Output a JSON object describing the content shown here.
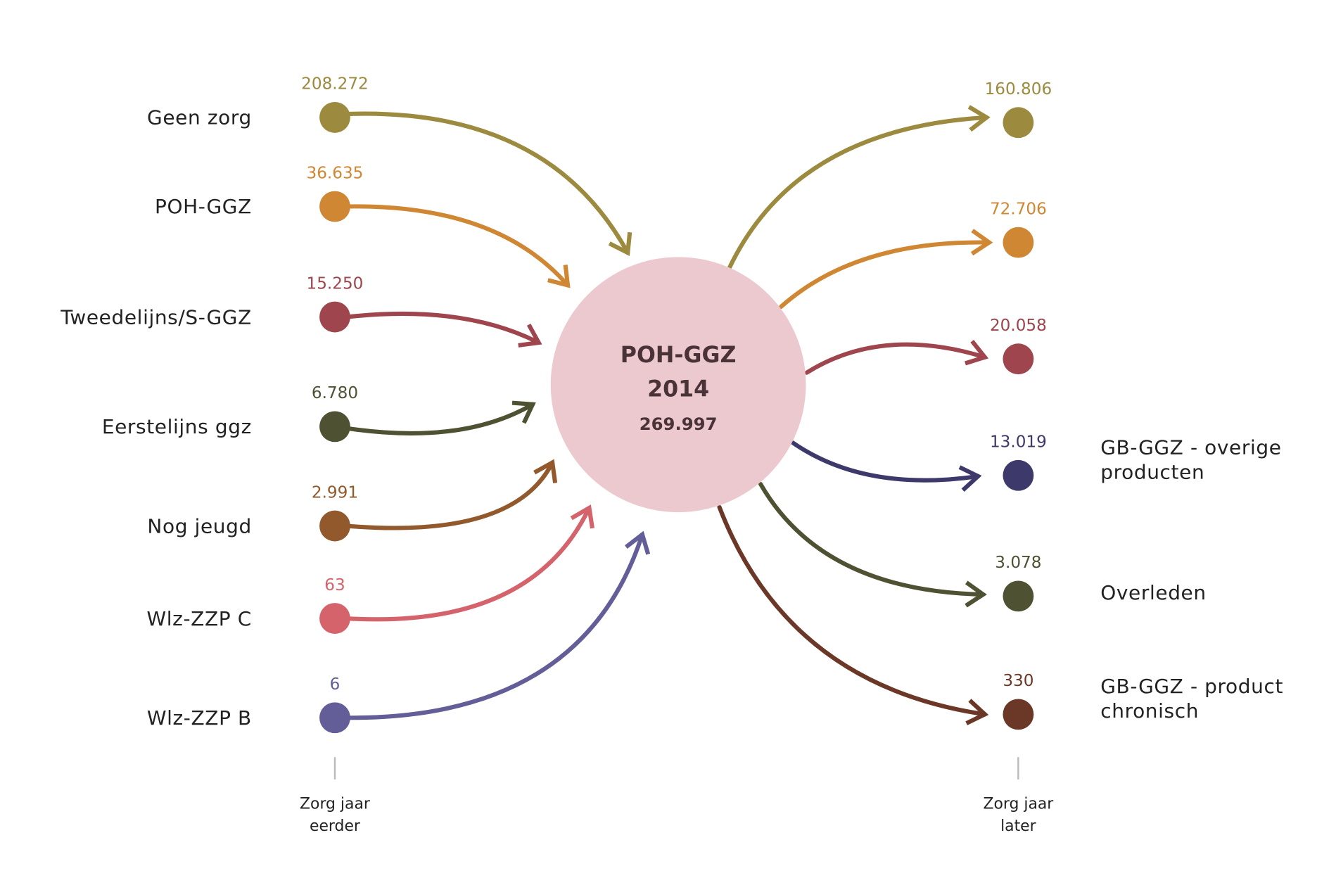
{
  "center": {
    "title": "POH-GGZ",
    "year": "2014",
    "value": "269.997",
    "color": "#ecc9ce"
  },
  "axis": {
    "left_line1": "Zorg jaar",
    "left_line2": "eerder",
    "right_line1": "Zorg jaar",
    "right_line2": "later"
  },
  "inflows": [
    {
      "label": "Geen zorg",
      "value": "208.272",
      "color": "#9c8a3f"
    },
    {
      "label": "POH-GGZ",
      "value": "36.635",
      "color": "#d08734"
    },
    {
      "label": "Tweedelijns/S-GGZ",
      "value": "15.250",
      "color": "#9e454d"
    },
    {
      "label": "Eerstelijns ggz",
      "value": "6.780",
      "color": "#4e5132"
    },
    {
      "label": "Nog jeugd",
      "value": "2.991",
      "color": "#92592c"
    },
    {
      "label": "Wlz-ZZP C",
      "value": "63",
      "color": "#d4636c"
    },
    {
      "label": "Wlz-ZZP B",
      "value": "6",
      "color": "#635e98"
    }
  ],
  "outflows": [
    {
      "label1": "",
      "label2": "",
      "value": "160.806",
      "color": "#9c8a3f"
    },
    {
      "label1": "",
      "label2": "",
      "value": "72.706",
      "color": "#d08734"
    },
    {
      "label1": "",
      "label2": "",
      "value": "20.058",
      "color": "#9e454d"
    },
    {
      "label1": "GB-GGZ - overige",
      "label2": "producten",
      "value": "13.019",
      "color": "#3e396b"
    },
    {
      "label1": "Overleden",
      "label2": "",
      "value": "3.078",
      "color": "#4e5132"
    },
    {
      "label1": "GB-GGZ - product",
      "label2": "chronisch",
      "value": "330",
      "color": "#6b3828"
    }
  ]
}
